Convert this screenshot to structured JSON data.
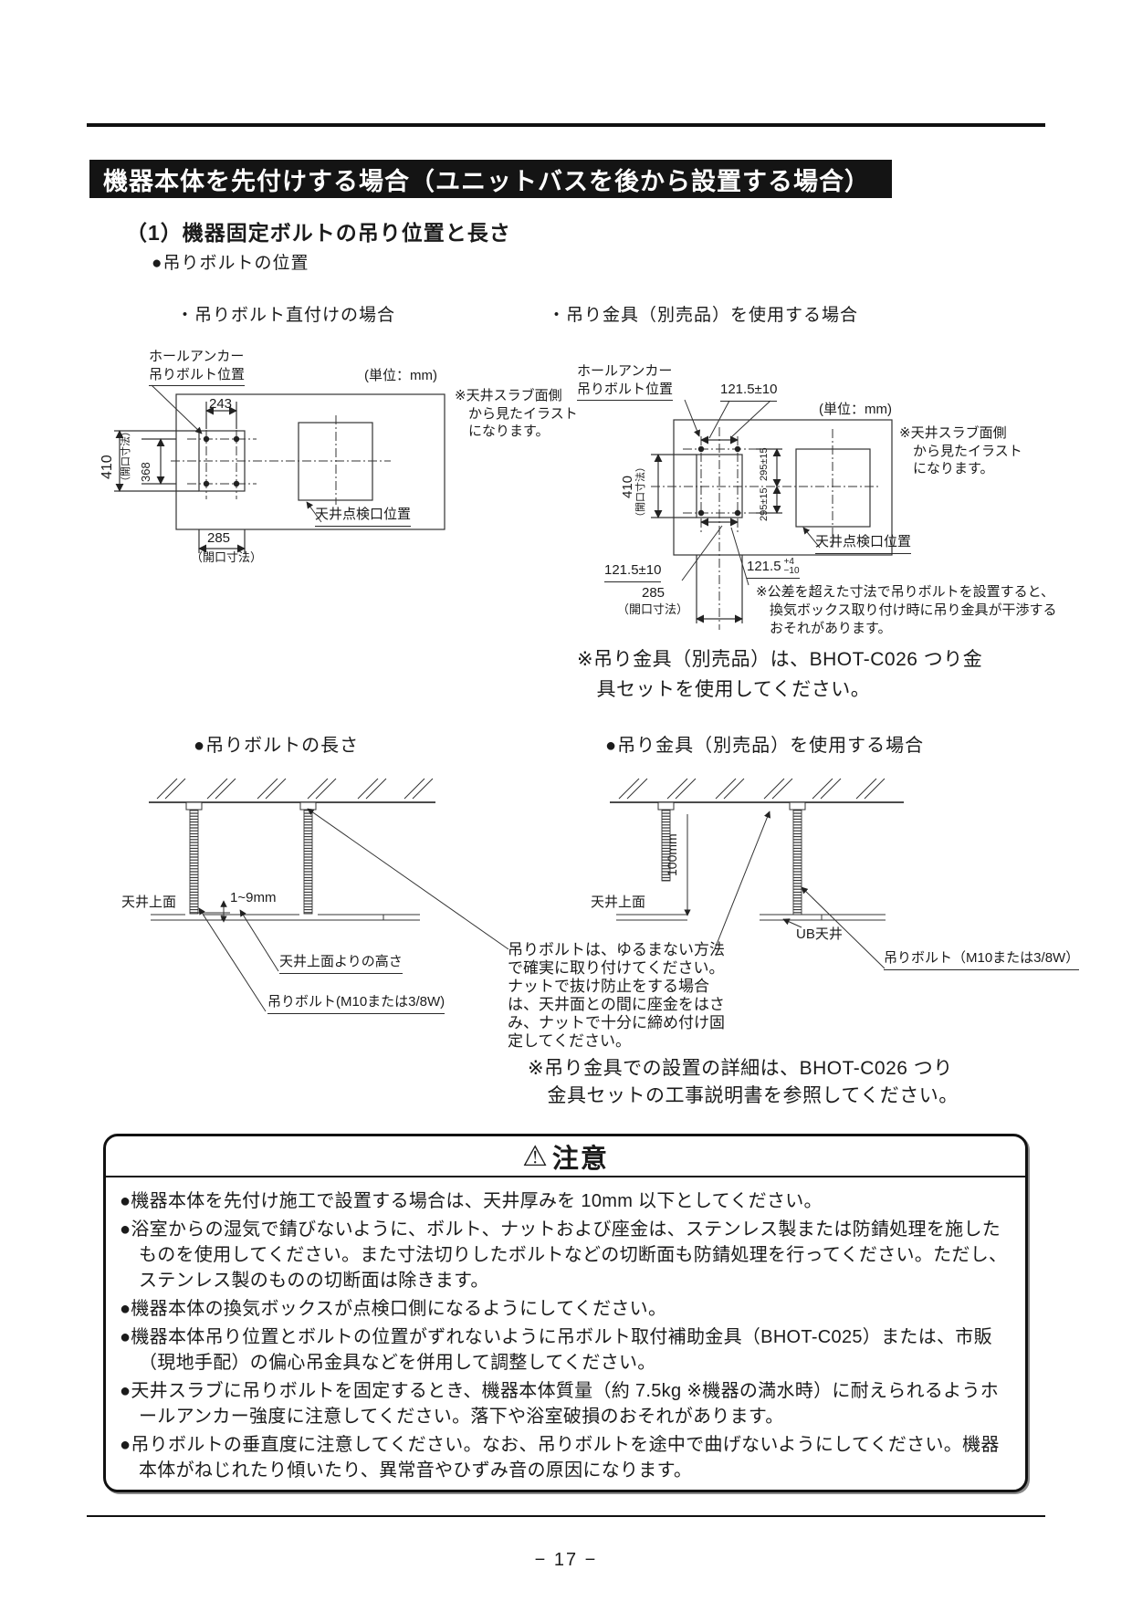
{
  "header": {
    "title": "機器本体を先付けする場合（ユニットバスを後から設置する場合）"
  },
  "section": {
    "heading": "（1）機器固定ボルトの吊り位置と長さ",
    "subheading": "●吊りボルトの位置"
  },
  "columns": {
    "left_label": "・吊りボルト直付けの場合",
    "right_label": "・吊り金具（別売品）を使用する場合"
  },
  "diagram_direct": {
    "anchor_label": "ホールアンカー\n吊りボルト位置",
    "unit_label": "(単位：mm)",
    "dim_width_top": "243",
    "dim_height": "410",
    "dim_height_sub": "（開口寸法）",
    "dim_height_inner": "368",
    "dim_width_bottom": "285",
    "dim_width_bottom_sub": "（開口寸法）",
    "inspection_label": "天井点検口位置",
    "view_note": "※天井スラブ面側\n　から見たイラスト\n　になります。"
  },
  "diagram_bracket": {
    "anchor_label": "ホールアンカー\n吊りボルト位置",
    "unit_label": "(単位：mm)",
    "dim_top": "121.5±10",
    "dim_height": "410",
    "dim_height_sub": "（開口寸法）",
    "dim_pitch_upper": "295±15",
    "dim_pitch_lower": "295±15",
    "dim_bottom_left": "121.5±10",
    "dim_bottom_right_main": "121.5",
    "dim_bottom_right_plus": "+4",
    "dim_bottom_right_minus": "−10",
    "dim_width_bottom": "285",
    "dim_width_bottom_sub": "（開口寸法）",
    "inspection_label": "天井点検口位置",
    "view_note": "※天井スラブ面側\n　から見たイラスト\n　になります。",
    "tolerance_note": "※公差を超えた寸法で吊りボルトを設置すると、\n　換気ボックス取り付け時に吊り金具が干渉する\n　おそれがあります。",
    "product_note": "※吊り金具（別売品）は、BHOT-C026 つり金\n　具セットを使用してください。"
  },
  "length_section": {
    "left_heading": "●吊りボルトの長さ",
    "right_heading": "●吊り金具（別売品）を使用する場合",
    "ceiling_top_left": "天井上面",
    "gap_dim": "1~9mm",
    "height_label": "天井上面よりの高さ",
    "bolt_label_left": "吊りボルト(M10または3/8W)",
    "ceiling_top_right": "天井上面",
    "length_dim": "100mm",
    "ub_ceiling_label": "UB天井",
    "bolt_label_right": "吊りボルト（M10または3/8W）",
    "fastening_note": "吊りボルトは、ゆるまない方法\nで確実に取り付けてください。\nナットで抜け防止をする場合\nは、天井面との間に座金をはさ\nみ、ナットで十分に締め付け固\n定してください。",
    "detail_note": "※吊り金具での設置の詳細は、BHOT-C026 つり\n　金具セットの工事説明書を参照してください。"
  },
  "caution": {
    "icon": "⚠",
    "title": "注意",
    "items": [
      "●機器本体を先付け施工で設置する場合は、天井厚みを 10mm 以下としてください。",
      "●浴室からの湿気で錆びないように、ボルト、ナットおよび座金は、ステンレス製または防錆処理を施したものを使用してください。また寸法切りしたボルトなどの切断面も防錆処理を行ってください。ただし、ステンレス製のものの切断面は除きます。",
      "●機器本体の換気ボックスが点検口側になるようにしてください。",
      "●機器本体吊り位置とボルトの位置がずれないように吊ボルト取付補助金具（BHOT-C025）または、市販（現地手配）の偏心吊金具などを併用して調整してください。",
      "●天井スラブに吊りボルトを固定するとき、機器本体質量（約 7.5kg ※機器の満水時）に耐えられるようホールアンカー強度に注意してください。落下や浴室破損のおそれがあります。",
      "●吊りボルトの垂直度に注意してください。なお、吊りボルトを途中で曲げないようにしてください。機器本体がねじれたり傾いたり、異常音やひずみ音の原因になります。"
    ]
  },
  "footer": {
    "page_number": "− 17 −"
  }
}
